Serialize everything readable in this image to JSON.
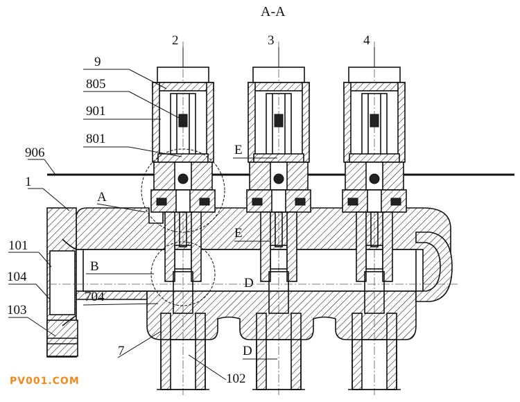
{
  "title": "A-A",
  "watermark": "PV001.COM",
  "labels": {
    "l2": "2",
    "l3": "3",
    "l4": "4",
    "l9": "9",
    "l805": "805",
    "l901": "901",
    "l801": "801",
    "l906": "906",
    "l1": "1",
    "lA": "A",
    "l101": "101",
    "lB": "B",
    "l104": "104",
    "l704": "704",
    "l103": "103",
    "l7": "7",
    "l102": "102",
    "lE1": "E",
    "lE2": "E",
    "lD1": "D",
    "lD2": "D"
  }
}
